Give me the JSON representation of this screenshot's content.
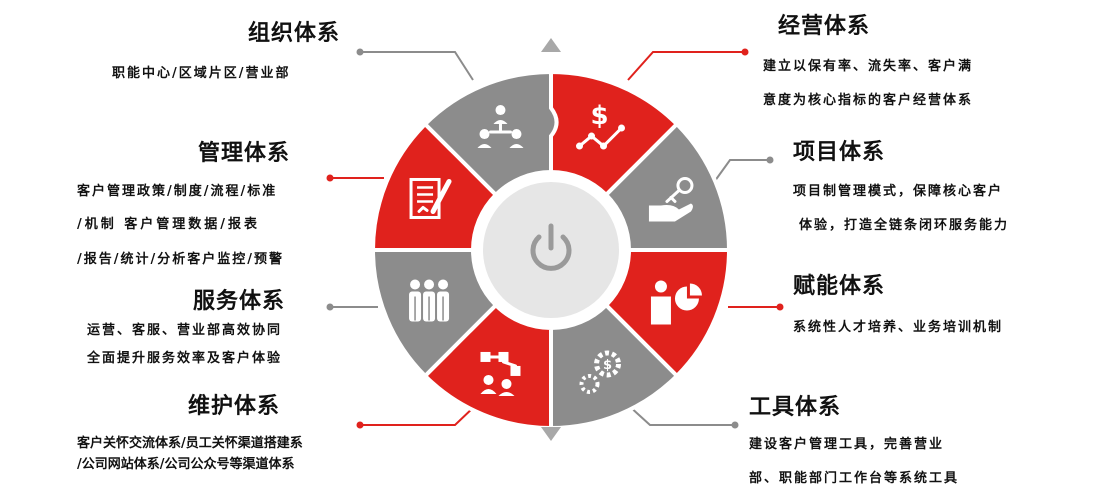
{
  "sections": [
    {
      "title": "组织体系",
      "lines": [
        "职能中心/区域片区/营业部"
      ],
      "icon": "people-network-icon",
      "color": "#8c8c8c"
    },
    {
      "title": "经营体系",
      "lines": [
        "建立以保有率、流失率、客户满",
        "意度为核心指标的客户经营体系"
      ],
      "icon": "dollar-growth-icon",
      "color": "#e0221d"
    },
    {
      "title": "项目体系",
      "lines": [
        "项目制管理模式，保障核心客户",
        "体验，打造全链条闭环服务能力"
      ],
      "icon": "key-hand-icon",
      "color": "#8c8c8c"
    },
    {
      "title": "赋能体系",
      "lines": [
        "系统性人才培养、业务培训机制"
      ],
      "icon": "presenter-chart-icon",
      "color": "#e0221d"
    },
    {
      "title": "工具体系",
      "lines": [
        "建设客户管理工具，完善营业",
        "部、职能部门工作台等系统工具"
      ],
      "icon": "gears-dollar-icon",
      "color": "#8c8c8c"
    },
    {
      "title": "维护体系",
      "lines": [
        "客户关怀交流体系/员工关怀渠道搭建系",
        "/公司网站体系/公司公众号等渠道体系"
      ],
      "icon": "team-flowchart-icon",
      "color": "#e0221d"
    },
    {
      "title": "服务体系",
      "lines": [
        "运营、客服、营业部高效协同",
        "全面提升服务效率及客户体验"
      ],
      "icon": "group-people-icon",
      "color": "#8c8c8c"
    },
    {
      "title": "管理体系",
      "lines": [
        "客户管理政策/制度/流程/标准",
        "/机制 客户管理数据/报表",
        "/报告/统计/分析客户监控/预警"
      ],
      "icon": "document-pen-icon",
      "color": "#e0221d"
    }
  ],
  "center": {
    "icon": "power-icon"
  },
  "arrows": {
    "up": "up-arrow-icon",
    "down": "down-arrow-icon"
  }
}
